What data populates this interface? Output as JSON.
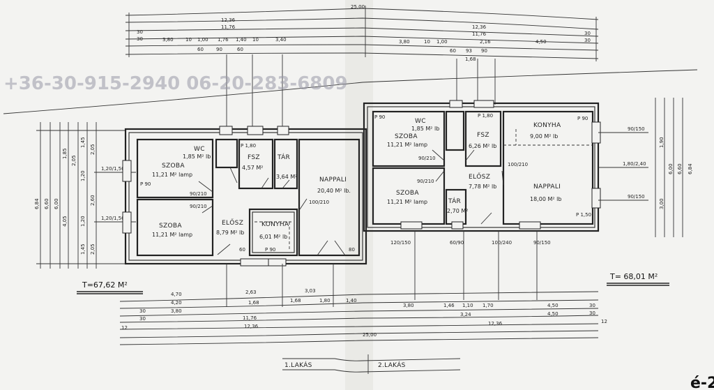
{
  "plan": {
    "total_width": "25,00",
    "unit_labels": [
      "1.LAKÁS",
      "2.LAKÁS"
    ],
    "unit1": {
      "total_area": "T=67,62 M²",
      "rooms": [
        {
          "name": "SZOBA",
          "area": "11,21 M² lamp"
        },
        {
          "name": "SZOBA",
          "area": "11,21 M² lamp"
        },
        {
          "name": "WC",
          "area": "1,85 M² lb"
        },
        {
          "name": "FSZ",
          "area": "4,57 M²"
        },
        {
          "name": "TÁR",
          "area": "3,64 M²"
        },
        {
          "name": "NAPPALI",
          "area": "20,40 M² lb."
        },
        {
          "name": "ELŐSZ",
          "area": "8,79 M² lb"
        },
        {
          "name": "KONYHA",
          "area": "6,01 M² lb"
        }
      ],
      "top_dims": [
        "12,36",
        "11,76",
        "30",
        "30",
        "3,80",
        "10",
        "1,00",
        "1,76",
        "1,40",
        "10",
        "3,40",
        "60",
        "90",
        "60"
      ],
      "bottom_dims": [
        "4,70",
        "4,20",
        "3,80",
        "2,63",
        "3,03",
        "1,68",
        "1,68",
        "1,80",
        "1,40",
        "11,76",
        "12,36",
        "30",
        "30",
        "12"
      ],
      "left_dims": [
        "6,84",
        "6,60",
        "6,00",
        "4,05",
        "1,85",
        "2,05",
        "1,45",
        "2,05",
        "1,20",
        "2,60",
        "1,20",
        "1,45",
        "2,05"
      ],
      "openings": [
        "1,20/1,50",
        "1,20/1,50",
        "90/210",
        "90/210",
        "100/210",
        "P 90",
        "P 1,80",
        "P 90",
        "60",
        "80"
      ]
    },
    "unit2": {
      "total_area": "T= 68,01 M²",
      "rooms": [
        {
          "name": "SZOBA",
          "area": "11,21 M² lamp"
        },
        {
          "name": "SZOBA",
          "area": "11,21 M² lamp"
        },
        {
          "name": "WC",
          "area": "1,85 M² lb"
        },
        {
          "name": "FSZ",
          "area": "6,26 M² lb"
        },
        {
          "name": "KONYHA",
          "area": "9,00 M² lb"
        },
        {
          "name": "NAPPALI",
          "area": "18,00 M² lb"
        },
        {
          "name": "ELŐSZ",
          "area": "7,78 M² lb"
        },
        {
          "name": "TÁR",
          "area": "2,70 M²"
        }
      ],
      "top_dims": [
        "12,36",
        "11,76",
        "30",
        "30",
        "3,80",
        "10",
        "1,00",
        "2,16",
        "4,50",
        "60",
        "93",
        "90",
        "1,68"
      ],
      "bottom_dims": [
        "3,80",
        "1,46",
        "1,10",
        "1,70",
        "4,50",
        "4,50",
        "3,24",
        "12,36",
        "30",
        "30",
        "12"
      ],
      "right_dims": [
        "6,84",
        "6,60",
        "6,00",
        "1,90",
        "3,00",
        "1,80/2,40",
        "90/150",
        "90/150"
      ],
      "openings": [
        "90/210",
        "90/210",
        "100/210",
        "P 90",
        "P 1,80",
        "P 90",
        "P 1,50",
        "120/150",
        "60/90",
        "100/240",
        "90/150"
      ]
    },
    "watermark": "+36-30-915-2940 06-20-283-6809",
    "corner_mark": "é-2"
  }
}
